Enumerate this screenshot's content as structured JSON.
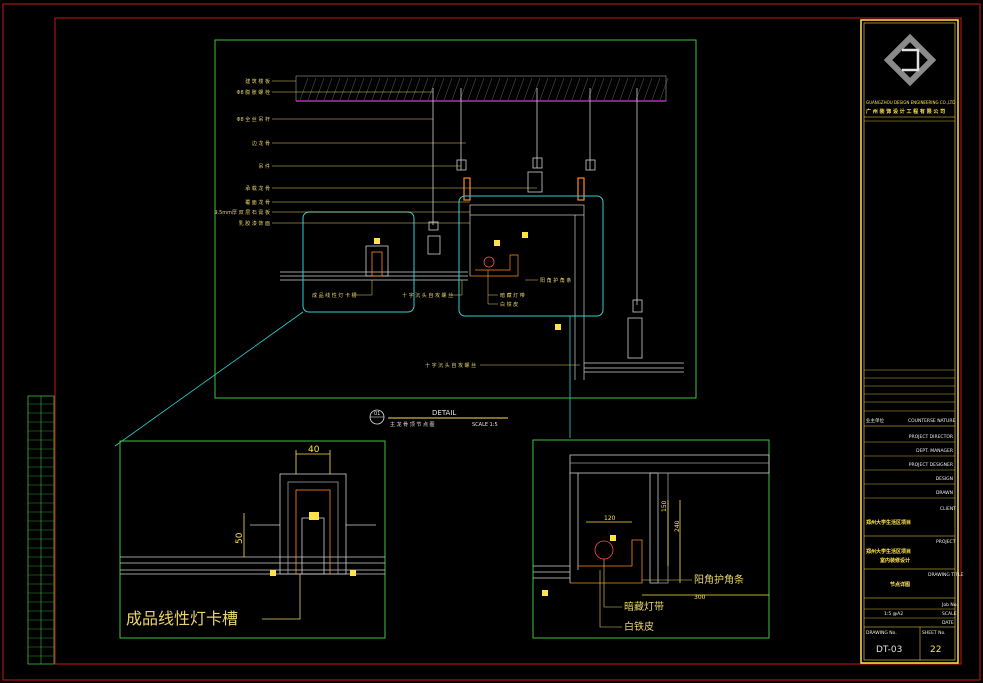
{
  "detail_header": {
    "word": "DETAIL",
    "caption": "主 龙 骨 顶 节 点 图",
    "scale": "SCALE 1:5",
    "number": "01"
  },
  "main_labels": [
    "建 筑 楼 板",
    "Φ8 膨 胀 螺 栓",
    "Φ8 全 丝 吊 杆",
    "边 龙 骨",
    "吊 件",
    "承 载 龙 骨",
    "覆 面 龙 骨",
    "9.5mm厚 双 层 石 膏 板",
    "乳 胶 漆 饰 面"
  ],
  "main_callouts": {
    "light_slot": "成 品 线 性 灯 卡 槽",
    "screw": "十 字 沉 头 自 攻 螺 丝",
    "corner_bead": "阳 角 护 角 条",
    "hidden_light": "暗 藏 灯 带",
    "iron_sheet": "白 铁 皮",
    "screw_bottom": "十 字 沉 头 自 攻 螺 丝"
  },
  "left_detail": {
    "dimension_top": "40",
    "dimension_side": "50",
    "callout": "成品线性灯卡槽"
  },
  "right_detail": {
    "dim_120": "120",
    "dim_150": "150",
    "dim_240": "240",
    "dim_300": "300",
    "corner_bead": "阳角护角条",
    "hidden_light": "暗藏灯带",
    "iron_sheet": "白铁皮"
  },
  "title_block": {
    "company_en": "GUANGZHOU DESIGN ENGINEERING CO.,LTD",
    "company_cn": "广 州 装 饰 设 计 工 程 有 限 公 司",
    "client_label": "业主单位",
    "client_value": "COUNTERSE NATURE",
    "rows": [
      "PROJECT DIRECTOR",
      "DEPT. MANAGER",
      "PROJECT DESIGNER",
      "DESIGN",
      "DRAWN"
    ],
    "client_tag": "CLIENT",
    "client_name": "郑州大学生活区项目",
    "project_tag": "PROJECT",
    "project_name_1": "郑州大学生活区项目",
    "project_name_2": "室内装修设计",
    "drawing_title_tag": "DRAWING TITLE",
    "drawing_title": "节点详图",
    "job_no": "Job No.",
    "scale_value": "1:5 @A2",
    "scale_tag": "SCALE",
    "date_tag": "DATE",
    "drawing_no_tag": "DRAWING No.",
    "sheet_no_tag": "SHEET No.",
    "drawing_no": "DT-03",
    "sheet_no": "22"
  },
  "colors": {
    "frame_red": "#c81818",
    "cyan": "#2fd0d0",
    "green": "#3fbf3f",
    "yellow": "#ffe14a",
    "orange": "#ff8a1e",
    "magenta": "#d43bd4",
    "gray": "#9a9a9a"
  }
}
